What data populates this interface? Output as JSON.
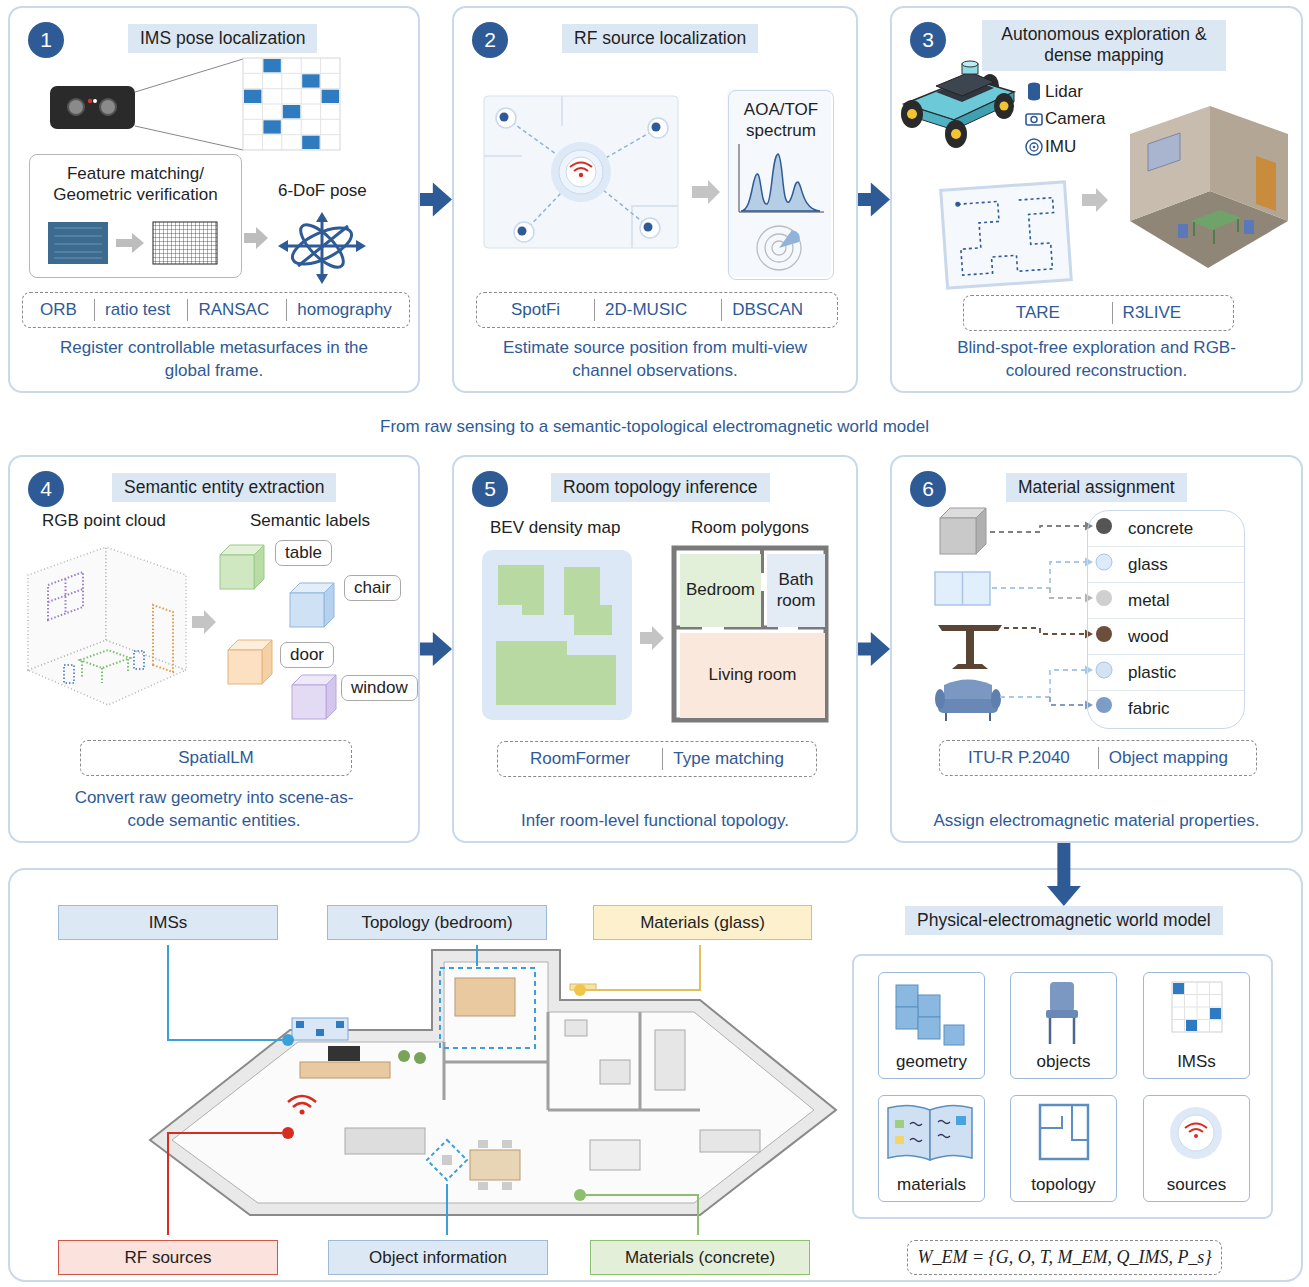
{
  "diagram": {
    "nodes": [
      {
        "text": [
          "Register controllable metasurfaces in the global frame."
        ]
      },
      {
        "text": [
          "1"
        ],
        "in": 0
      },
      {
        "text": [
          "IMS pose localization"
        ],
        "in": 0
      },
      {
        "text": [
          "Feature matching/ Geometric verification"
        ],
        "in": 0
      },
      {
        "text": [
          "ORB",
          "ratio test",
          "RANSAC",
          "homography"
        ],
        "in": 0
      },
      {
        "text": [
          "Estimate source position from multi-view channel observations."
        ]
      },
      {
        "text": [
          "2"
        ],
        "in": 5
      },
      {
        "text": [
          "RF source localization"
        ],
        "in": 5
      },
      {
        "text": [
          "AOA/TOF spectrum"
        ],
        "in": 5
      },
      {
        "text": [
          "SpotFi",
          "2D-MUSIC",
          "DBSCAN"
        ],
        "in": 5
      },
      {
        "text": [
          "Blind-spot-free exploration and RGB-coloured reconstruction."
        ]
      },
      {
        "text": [
          "3"
        ],
        "in": 10
      },
      {
        "text": [
          "Autonomous exploration & dense mapping"
        ],
        "in": 10
      },
      {
        "text": [
          "TARE",
          "R3LIVE"
        ],
        "in": 10
      },
      {
        "text": [
          "Convert raw geometry into scene-as-code semantic entities."
        ]
      },
      {
        "text": [
          "4"
        ],
        "in": 14
      },
      {
        "text": [
          "Semantic entity extraction"
        ],
        "in": 14
      },
      {
        "text": [
          "table"
        ],
        "in": 14
      },
      {
        "text": [
          "chair"
        ],
        "in": 14
      },
      {
        "text": [
          "door"
        ],
        "in": 14
      },
      {
        "text": [
          "window"
        ],
        "in": 14
      },
      {
        "text": [
          "SpatialLM"
        ],
        "in": 14
      },
      {
        "text": [
          "Infer room-level functional topology."
        ]
      },
      {
        "text": [
          "5"
        ],
        "in": 22
      },
      {
        "text": [
          "Room topology inference"
        ],
        "in": 22
      },
      {
        "text": [
          "Bedroom"
        ],
        "in": 22
      },
      {
        "text": [
          "Bath room"
        ],
        "in": 22
      },
      {
        "text": [
          "Living room"
        ],
        "in": 22
      },
      {
        "text": [
          "RoomFormer",
          "Type matching"
        ],
        "in": 22
      },
      {
        "text": [
          "Assign electromagnetic material properties."
        ]
      },
      {
        "text": [
          "6"
        ],
        "in": 29
      },
      {
        "text": [
          "Material assignment"
        ],
        "in": 29
      },
      {
        "text": [
          "concrete",
          "glass",
          "metal",
          "wood",
          "plastic",
          "fabric"
        ],
        "in": 29
      },
      {
        "text": [
          "ITU-R P.2040",
          "Object mapping"
        ],
        "in": 29
      },
      {
        "text": [
          "IMSs"
        ]
      },
      {
        "text": [
          "Topology (bedroom)"
        ]
      },
      {
        "text": [
          "Materials (glass)"
        ]
      },
      {
        "text": [
          "Physical-electromagnetic world model"
        ]
      },
      {
        "text": [
          "geometry"
        ]
      },
      {
        "text": [
          "objects"
        ]
      },
      {
        "text": [
          "IMSs"
        ]
      },
      {
        "text": [
          "materials"
        ]
      },
      {
        "text": [
          "topology"
        ]
      },
      {
        "text": [
          "sources"
        ]
      },
      {
        "text": [
          "RF sources"
        ]
      },
      {
        "text": [
          "Object information"
        ]
      },
      {
        "text": [
          "Materials (concrete)"
        ]
      },
      {
        "text": [
          "W_EM = {G, O, T, M_EM, Q_IMS, P_s}"
        ]
      }
    ],
    "edges": [
      {
        "from": 0,
        "to": 5,
        "arrow": "to"
      },
      {
        "from": 5,
        "to": 10,
        "arrow": "to"
      },
      {
        "from": 14,
        "to": 22,
        "arrow": "to"
      },
      {
        "from": 22,
        "to": 29,
        "arrow": "to"
      },
      {
        "from": 29,
        "to": 37,
        "arrow": "to"
      }
    ],
    "labels": [
      "6-DoF pose",
      "Lidar",
      "Camera",
      "IMU",
      "From raw sensing to a semantic-topological electromagnetic world model",
      "RGB point cloud",
      "Semantic labels",
      "BEV density map",
      "Room polygons"
    ]
  }
}
